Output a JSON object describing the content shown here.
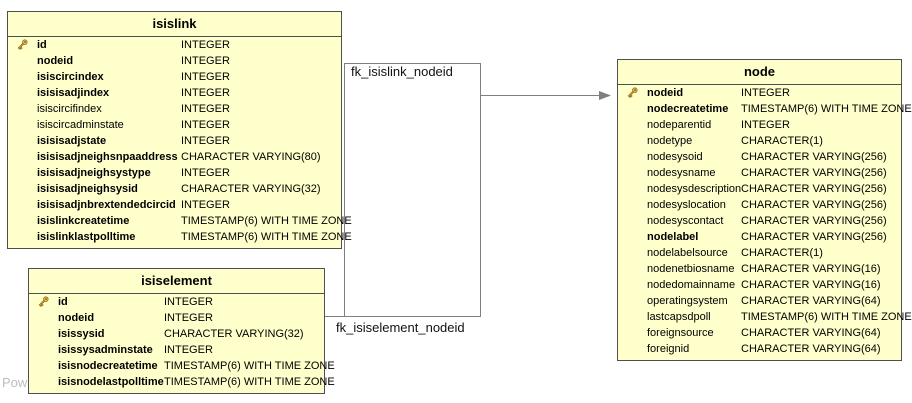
{
  "diagram": {
    "watermark_text": "Pow",
    "colors": {
      "background": "#ffffff",
      "table_fill": "#FFFFCC",
      "table_border": "#4f4f4f",
      "connector": "#7f7f7f",
      "label_text": "#111111",
      "watermark": "#bdbdbd",
      "key_icon_fill": "#EFC35F",
      "key_icon_stroke": "#A0761B"
    },
    "icons": {
      "primary_key": "key-icon",
      "relation_end": "arrowhead-icon"
    },
    "tables": [
      {
        "id": "isislink",
        "title": "isislink",
        "columns": [
          {
            "name": "id",
            "type": "INTEGER",
            "key": true,
            "bold": true
          },
          {
            "name": "nodeid",
            "type": "INTEGER",
            "key": false,
            "bold": true
          },
          {
            "name": "isiscircindex",
            "type": "INTEGER",
            "key": false,
            "bold": true
          },
          {
            "name": "isisisadjindex",
            "type": "INTEGER",
            "key": false,
            "bold": true
          },
          {
            "name": "isiscircifindex",
            "type": "INTEGER",
            "key": false,
            "bold": false
          },
          {
            "name": "isiscircadminstate",
            "type": "INTEGER",
            "key": false,
            "bold": false
          },
          {
            "name": "isisisadjstate",
            "type": "INTEGER",
            "key": false,
            "bold": true
          },
          {
            "name": "isisisadjneighsnpaaddress",
            "type": "CHARACTER VARYING(80)",
            "key": false,
            "bold": true
          },
          {
            "name": "isisisadjneighsystype",
            "type": "INTEGER",
            "key": false,
            "bold": true
          },
          {
            "name": "isisisadjneighsysid",
            "type": "CHARACTER VARYING(32)",
            "key": false,
            "bold": true
          },
          {
            "name": "isisisadjnbrextendedcircid",
            "type": "INTEGER",
            "key": false,
            "bold": true
          },
          {
            "name": "isislinkcreatetime",
            "type": "TIMESTAMP(6) WITH TIME ZONE",
            "key": false,
            "bold": true
          },
          {
            "name": "isislinklastpolltime",
            "type": "TIMESTAMP(6) WITH TIME ZONE",
            "key": false,
            "bold": true
          }
        ]
      },
      {
        "id": "isiselement",
        "title": "isiselement",
        "columns": [
          {
            "name": "id",
            "type": "INTEGER",
            "key": true,
            "bold": true
          },
          {
            "name": "nodeid",
            "type": "INTEGER",
            "key": false,
            "bold": true
          },
          {
            "name": "isissysid",
            "type": "CHARACTER VARYING(32)",
            "key": false,
            "bold": true
          },
          {
            "name": "isissysadminstate",
            "type": "INTEGER",
            "key": false,
            "bold": true
          },
          {
            "name": "isisnodecreatetime",
            "type": "TIMESTAMP(6) WITH TIME ZONE",
            "key": false,
            "bold": true
          },
          {
            "name": "isisnodelastpolltime",
            "type": "TIMESTAMP(6) WITH TIME ZONE",
            "key": false,
            "bold": true
          }
        ]
      },
      {
        "id": "node",
        "title": "node",
        "columns": [
          {
            "name": "nodeid",
            "type": "INTEGER",
            "key": true,
            "bold": true
          },
          {
            "name": "nodecreatetime",
            "type": "TIMESTAMP(6) WITH TIME ZONE",
            "key": false,
            "bold": true
          },
          {
            "name": "nodeparentid",
            "type": "INTEGER",
            "key": false,
            "bold": false
          },
          {
            "name": "nodetype",
            "type": "CHARACTER(1)",
            "key": false,
            "bold": false
          },
          {
            "name": "nodesysoid",
            "type": "CHARACTER VARYING(256)",
            "key": false,
            "bold": false
          },
          {
            "name": "nodesysname",
            "type": "CHARACTER VARYING(256)",
            "key": false,
            "bold": false
          },
          {
            "name": "nodesysdescription",
            "type": "CHARACTER VARYING(256)",
            "key": false,
            "bold": false
          },
          {
            "name": "nodesyslocation",
            "type": "CHARACTER VARYING(256)",
            "key": false,
            "bold": false
          },
          {
            "name": "nodesyscontact",
            "type": "CHARACTER VARYING(256)",
            "key": false,
            "bold": false
          },
          {
            "name": "nodelabel",
            "type": "CHARACTER VARYING(256)",
            "key": false,
            "bold": true
          },
          {
            "name": "nodelabelsource",
            "type": "CHARACTER(1)",
            "key": false,
            "bold": false
          },
          {
            "name": "nodenetbiosname",
            "type": "CHARACTER VARYING(16)",
            "key": false,
            "bold": false
          },
          {
            "name": "nodedomainname",
            "type": "CHARACTER VARYING(16)",
            "key": false,
            "bold": false
          },
          {
            "name": "operatingsystem",
            "type": "CHARACTER VARYING(64)",
            "key": false,
            "bold": false
          },
          {
            "name": "lastcapsdpoll",
            "type": "TIMESTAMP(6) WITH TIME ZONE",
            "key": false,
            "bold": false
          },
          {
            "name": "foreignsource",
            "type": "CHARACTER VARYING(64)",
            "key": false,
            "bold": false
          },
          {
            "name": "foreignid",
            "type": "CHARACTER VARYING(64)",
            "key": false,
            "bold": false
          }
        ]
      }
    ],
    "relations": [
      {
        "name": "fk_isislink_nodeid",
        "from": "isislink",
        "to": "node"
      },
      {
        "name": "fk_isiselement_nodeid",
        "from": "isiselement",
        "to": "node"
      }
    ]
  }
}
